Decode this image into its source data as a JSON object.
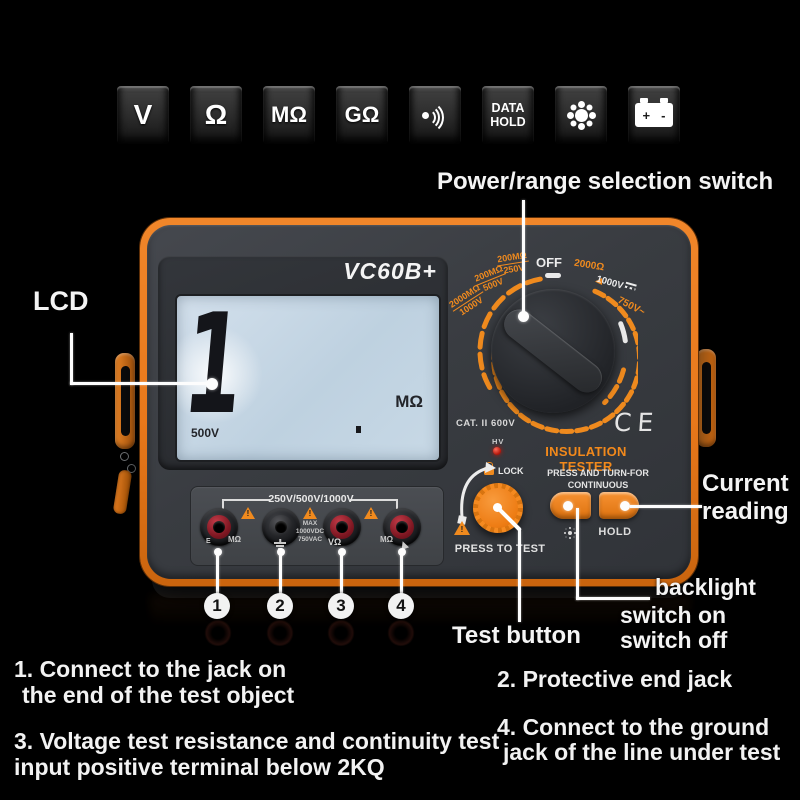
{
  "icon_bar": {
    "v": "V",
    "ohm": "Ω",
    "megohm": "MΩ",
    "gigohm": "GΩ",
    "data_line1": "DATA",
    "data_line2": "HOLD",
    "battery_plus": "+",
    "battery_minus": "-"
  },
  "callouts": {
    "power_switch": "Power/range selection switch",
    "lcd": "LCD",
    "current_line1": "Current",
    "current_line2": "reading",
    "backlight_line1": "backlight",
    "backlight_line2": "switch on",
    "backlight_line3": "switch off",
    "test_button": "Test button",
    "num1": "1",
    "num2": "2",
    "num3": "3",
    "num4": "4"
  },
  "device": {
    "model": "VC60B+",
    "lcd": {
      "reading": "1",
      "unit": "MΩ",
      "range": "500V"
    },
    "dial": {
      "r1_top": "2000MΩ",
      "r1_bottom": "1000V",
      "r2_top": "200MΩ",
      "r2_bottom": "500V",
      "r3_top": "200MΩ",
      "r3_bottom": "250V",
      "off": "OFF",
      "r4": "2000Ω",
      "r5": "1000V",
      "r6": "750V~"
    },
    "cat_rating": "CAT. II  600V",
    "ce_mark": "CE",
    "hv": "HV",
    "name": "INSULATION TESTER",
    "lock": "LOCK",
    "press_turn_line1": "PRESS AND TURN-FOR",
    "press_turn_line2": "CONTINUOUS",
    "hold": "HOLD",
    "press_to_test": "PRESS TO TEST",
    "jacks": {
      "bracket": "250V/500V/1000V",
      "j1": "MΩ",
      "j1_sym": "E",
      "max_line1": "MAX",
      "max_line2": "1000VDC",
      "max_line3": "750VAC",
      "j3": "VΩ",
      "j4": "MΩ"
    }
  },
  "notes": {
    "n1_line1": "1. Connect to the jack on",
    "n1_line2": "the end of the test object",
    "n2": "2. Protective end jack",
    "n3_line1": "3. Voltage test resistance and continuity test",
    "n3_line2": "input positive terminal below 2KQ",
    "n4_line1": "4. Connect to the ground",
    "n4_line2": "jack of the line under test"
  },
  "colors": {
    "accent": "#ee7e1b",
    "body": "#3a3d42",
    "lcd": "#c9d9e6",
    "led": "#cc2222"
  }
}
